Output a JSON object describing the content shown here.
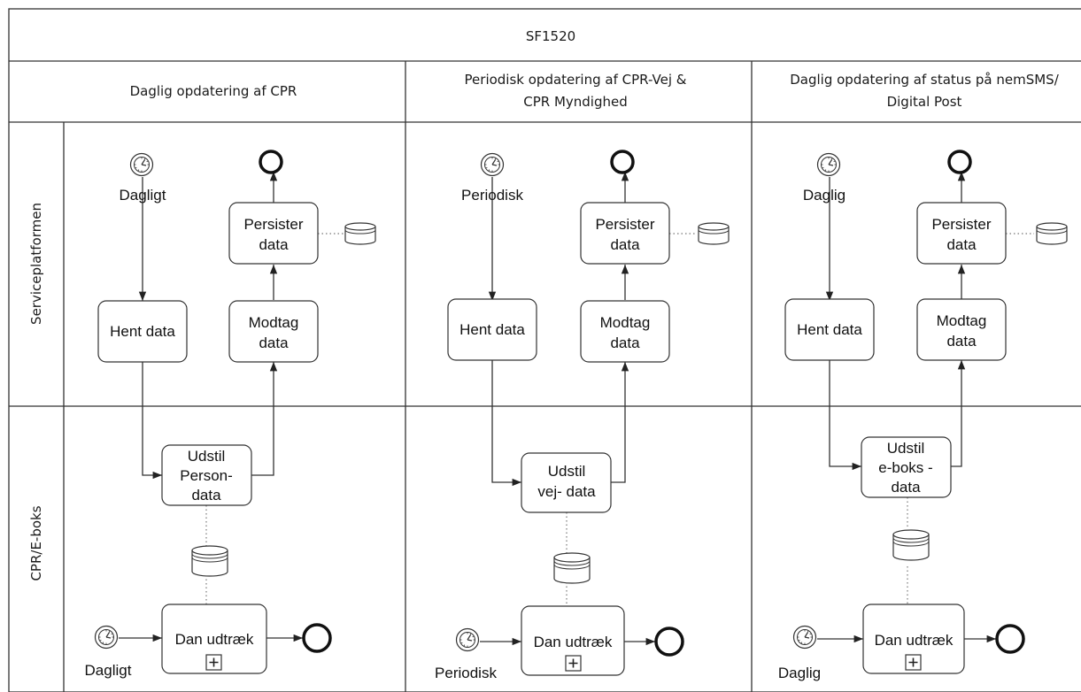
{
  "diagram": {
    "pool_title": "SF1520",
    "lanes": [
      "Serviceplatformen",
      "CPR/E-boks"
    ],
    "columns": [
      {
        "header": [
          "Daglig opdatering af CPR"
        ],
        "timer_top": "Dagligt",
        "fetch": [
          "Hent data"
        ],
        "receive": [
          "Modtag",
          "data"
        ],
        "persist": [
          "Persister",
          "data"
        ],
        "expose": [
          "Udstil",
          "Person-",
          "data"
        ],
        "extract": "Dan udtræk",
        "timer_bottom": "Dagligt"
      },
      {
        "header": [
          "Periodisk opdatering af CPR-Vej &",
          "CPR Myndighed"
        ],
        "timer_top": "Periodisk",
        "fetch": [
          "Hent data"
        ],
        "receive": [
          "Modtag",
          "data"
        ],
        "persist": [
          "Persister",
          "data"
        ],
        "expose": [
          "Udstil",
          "vej- data"
        ],
        "extract": "Dan udtræk",
        "timer_bottom": "Periodisk"
      },
      {
        "header": [
          "Daglig opdatering af status på nemSMS/",
          "Digital Post"
        ],
        "timer_top": "Daglig",
        "fetch": [
          "Hent data"
        ],
        "receive": [
          "Modtag",
          "data"
        ],
        "persist": [
          "Persister",
          "data"
        ],
        "expose": [
          "Udstil",
          "e-boks -",
          "data"
        ],
        "extract": "Dan udtræk",
        "timer_bottom": "Daglig"
      }
    ]
  }
}
